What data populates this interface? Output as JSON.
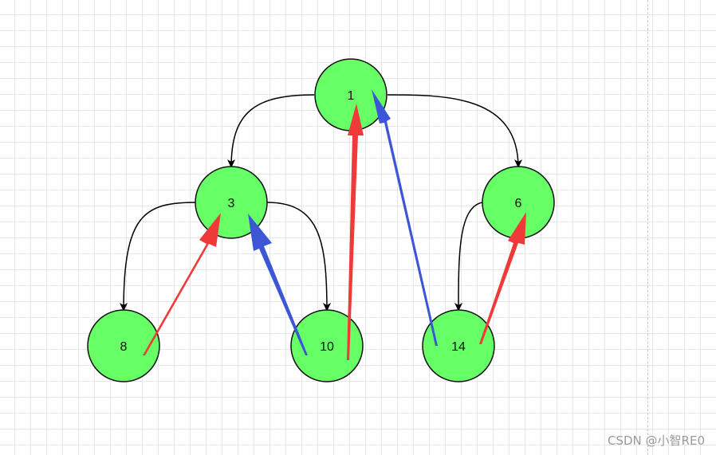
{
  "diagram": {
    "nodes": [
      {
        "id": "n1",
        "label": "1"
      },
      {
        "id": "n3",
        "label": "3"
      },
      {
        "id": "n6",
        "label": "6"
      },
      {
        "id": "n8",
        "label": "8"
      },
      {
        "id": "n10",
        "label": "10"
      },
      {
        "id": "n14",
        "label": "14"
      }
    ],
    "tree_edges": [
      {
        "from": "n1",
        "to": "n3"
      },
      {
        "from": "n1",
        "to": "n6"
      },
      {
        "from": "n3",
        "to": "n8"
      },
      {
        "from": "n3",
        "to": "n10"
      },
      {
        "from": "n6",
        "to": "n14"
      }
    ],
    "overlay_arrows": [
      {
        "from": "n8",
        "to": "n3",
        "color": "red"
      },
      {
        "from": "n10",
        "to": "n3",
        "color": "blue"
      },
      {
        "from": "n10",
        "to": "n1",
        "color": "red"
      },
      {
        "from": "n14",
        "to": "n1",
        "color": "blue"
      },
      {
        "from": "n14",
        "to": "n6",
        "color": "red"
      }
    ]
  },
  "colors": {
    "node_fill": "#66ff66",
    "node_stroke": "#111111",
    "edge": "#000000",
    "red_arrow": "#f03a3a",
    "blue_arrow": "#3d56d6"
  },
  "watermark": "CSDN @小智RE0"
}
